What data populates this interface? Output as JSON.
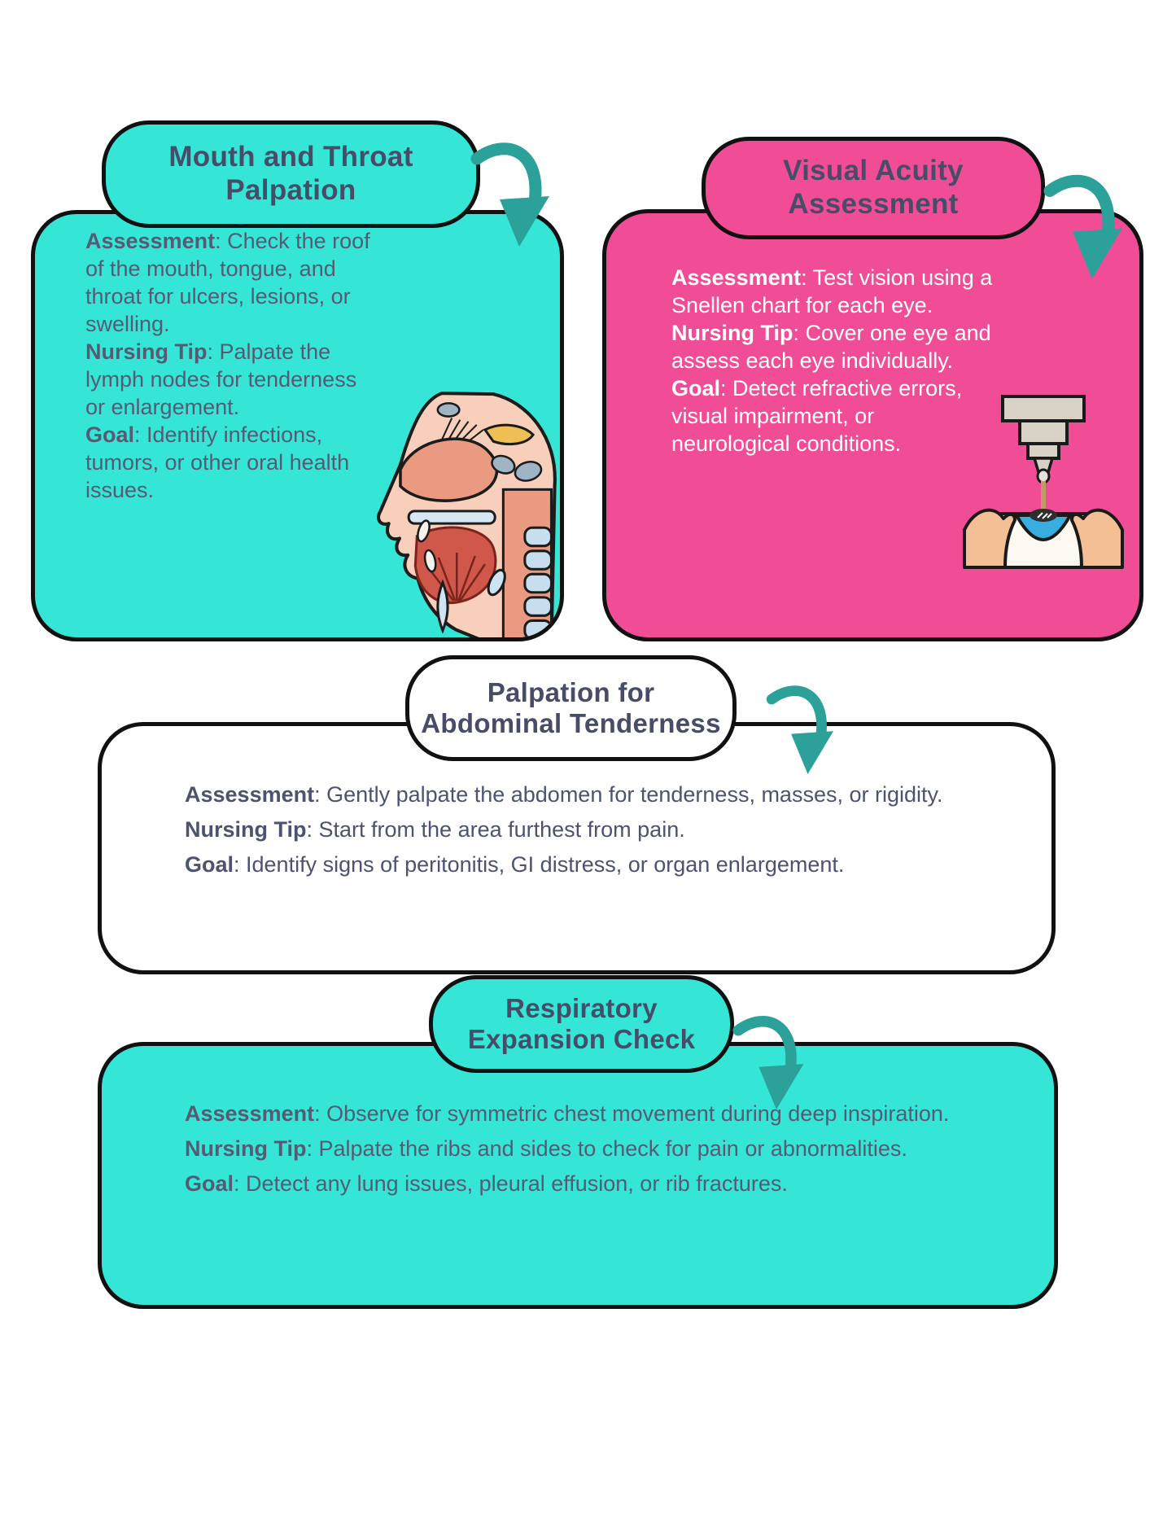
{
  "colors": {
    "teal": "#35E5D6",
    "pink": "#F04D96",
    "title_slate": "#474D68",
    "body_slate": "#565B73",
    "body_on_pink": "#FFFFFF",
    "arrow_teal": "#2BA19A",
    "outline_black": "#111111"
  },
  "cards": [
    {
      "title_lines": [
        "Mouth and Throat",
        "Palpation"
      ],
      "sections": [
        {
          "label": "Assessment",
          "text": ": Check the roof of the mouth, tongue, and throat for ulcers, lesions, or swelling."
        },
        {
          "label": "Nursing Tip",
          "text": ": Palpate the lymph nodes for tenderness or enlargement."
        },
        {
          "label": "Goal",
          "text": ": Identify infections, tumors, or other oral health issues."
        }
      ],
      "illustration": "head-cross-section"
    },
    {
      "title_lines": [
        "Visual Acuity",
        "Assessment"
      ],
      "sections": [
        {
          "label": "Assessment",
          "text": ": Test vision using a Snellen chart for each eye."
        },
        {
          "label": "Nursing Tip",
          "text": ": Cover one eye and assess each eye individually."
        },
        {
          "label": "Goal",
          "text": ": Detect refractive errors, visual impairment, or neurological conditions."
        }
      ],
      "illustration": "eye-tonometer"
    },
    {
      "title_lines": [
        "Palpation for",
        "Abdominal Tenderness"
      ],
      "sections": [
        {
          "label": "Assessment",
          "text": ": Gently palpate the abdomen for tenderness, masses, or rigidity."
        },
        {
          "label": "Nursing Tip",
          "text": ": Start from the area furthest from pain."
        },
        {
          "label": "Goal",
          "text": ": Identify signs of peritonitis, GI distress, or organ enlargement."
        }
      ],
      "illustration": ""
    },
    {
      "title_lines": [
        "Respiratory",
        "Expansion Check"
      ],
      "sections": [
        {
          "label": "Assessment",
          "text": ": Observe for symmetric chest movement during deep inspiration."
        },
        {
          "label": "Nursing Tip",
          "text": ": Palpate the ribs and sides to check for pain or abnormalities."
        },
        {
          "label": "Goal",
          "text": ": Detect any lung issues, pleural effusion, or rib fractures."
        }
      ],
      "illustration": ""
    }
  ]
}
